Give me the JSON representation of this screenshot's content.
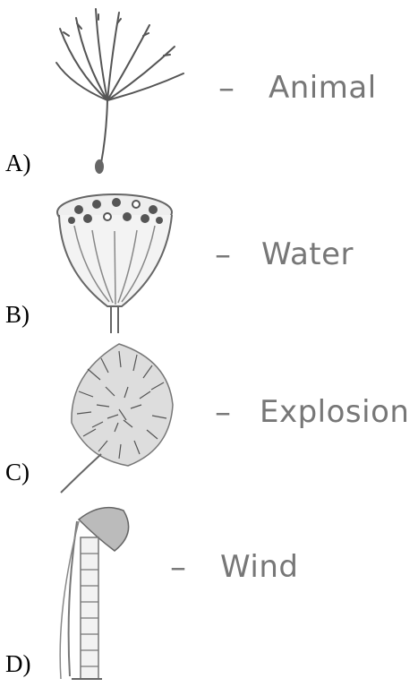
{
  "options": [
    {
      "letter": "A)",
      "dash": "–",
      "label": "Animal",
      "icon": "dandelion-seed-icon"
    },
    {
      "letter": "B)",
      "dash": "–",
      "label": "Water",
      "icon": "lotus-seed-pod-icon"
    },
    {
      "letter": "C)",
      "dash": "–",
      "label": "Explosion",
      "icon": "burr-seed-icon"
    },
    {
      "letter": "D)",
      "dash": "–",
      "label": "Wind",
      "icon": "coconut-section-icon"
    }
  ]
}
